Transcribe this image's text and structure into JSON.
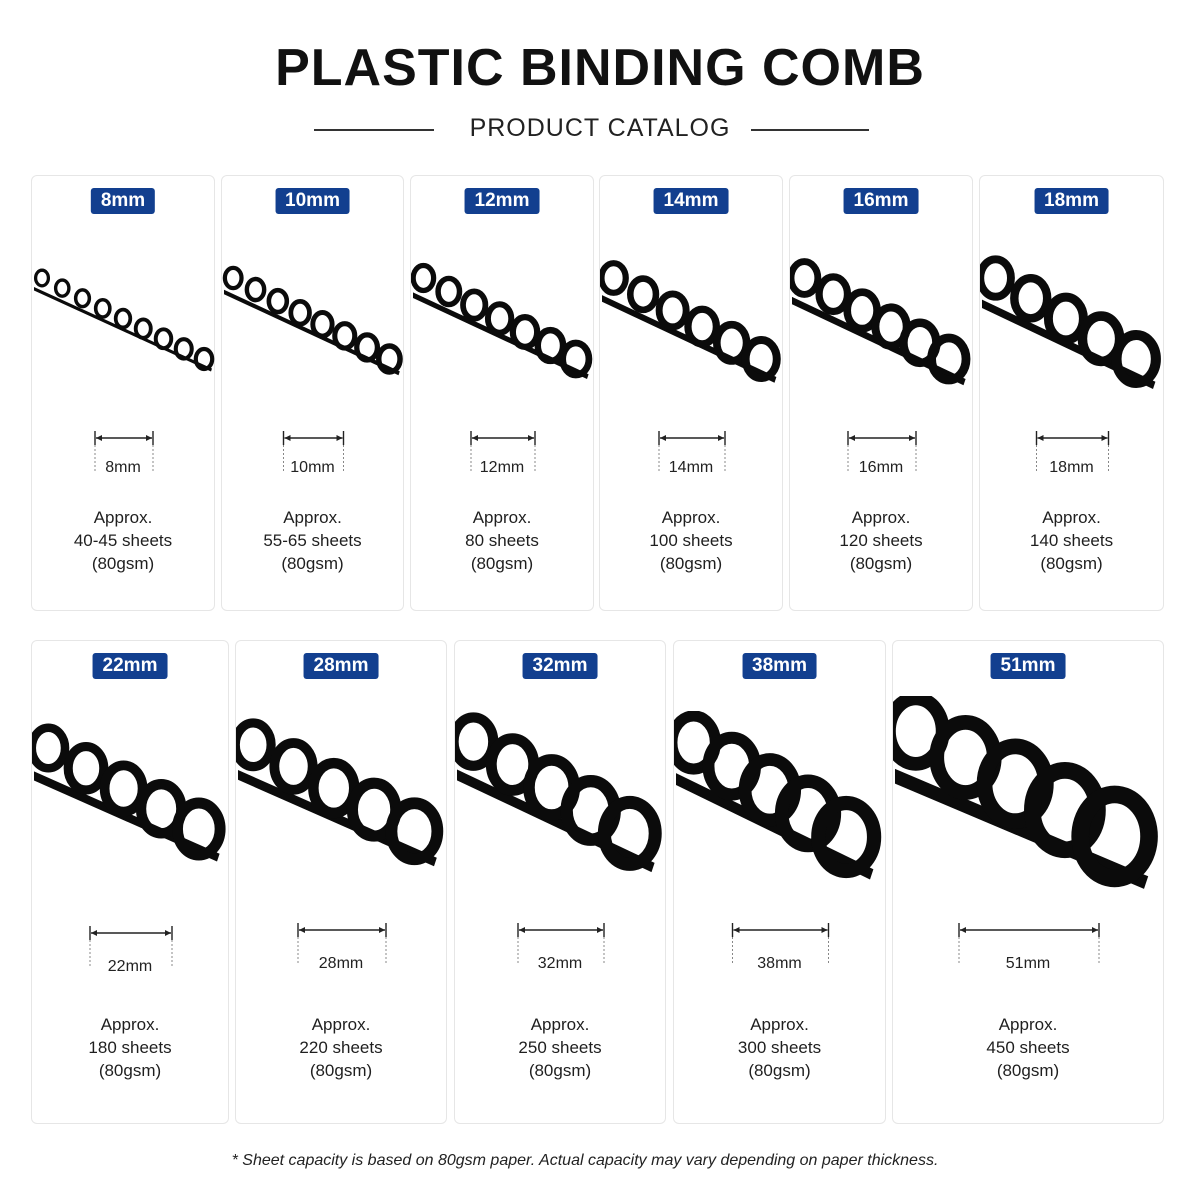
{
  "header": {
    "title": "PLASTIC BINDING COMB",
    "subtitle": "PRODUCT CATALOG"
  },
  "colors": {
    "badge": "#123f8f",
    "comb": "#0b0b0b",
    "card_border": "#e6e6e6"
  },
  "products": [
    {
      "badge": "8mm",
      "size_label": "8mm",
      "approx": "Approx.",
      "sheets": "40-45 sheets",
      "paper": "(80gsm)",
      "ring_count": 9
    },
    {
      "badge": "10mm",
      "size_label": "10mm",
      "approx": "Approx.",
      "sheets": "55-65 sheets",
      "paper": "(80gsm)",
      "ring_count": 8
    },
    {
      "badge": "12mm",
      "size_label": "12mm",
      "approx": "Approx.",
      "sheets": "80 sheets",
      "paper": "(80gsm)",
      "ring_count": 7
    },
    {
      "badge": "14mm",
      "size_label": "14mm",
      "approx": "Approx.",
      "sheets": "100 sheets",
      "paper": "(80gsm)",
      "ring_count": 6
    },
    {
      "badge": "16mm",
      "size_label": "16mm",
      "approx": "Approx.",
      "sheets": "120 sheets",
      "paper": "(80gsm)",
      "ring_count": 6
    },
    {
      "badge": "18mm",
      "size_label": "18mm",
      "approx": "Approx.",
      "sheets": "140 sheets",
      "paper": "(80gsm)",
      "ring_count": 5
    },
    {
      "badge": "22mm",
      "size_label": "22mm",
      "approx": "Approx.",
      "sheets": "180 sheets",
      "paper": "(80gsm)",
      "ring_count": 5
    },
    {
      "badge": "28mm",
      "size_label": "28mm",
      "approx": "Approx.",
      "sheets": "220 sheets",
      "paper": "(80gsm)",
      "ring_count": 5
    },
    {
      "badge": "32mm",
      "size_label": "32mm",
      "approx": "Approx.",
      "sheets": "250 sheets",
      "paper": "(80gsm)",
      "ring_count": 5
    },
    {
      "badge": "38mm",
      "size_label": "38mm",
      "approx": "Approx.",
      "sheets": "300 sheets",
      "paper": "(80gsm)",
      "ring_count": 5
    },
    {
      "badge": "51mm",
      "size_label": "51mm",
      "approx": "Approx.",
      "sheets": "450 sheets",
      "paper": "(80gsm)",
      "ring_count": 5
    }
  ],
  "footnote": "* Sheet capacity is based on 80gsm paper. Actual capacity may vary depending on paper thickness."
}
